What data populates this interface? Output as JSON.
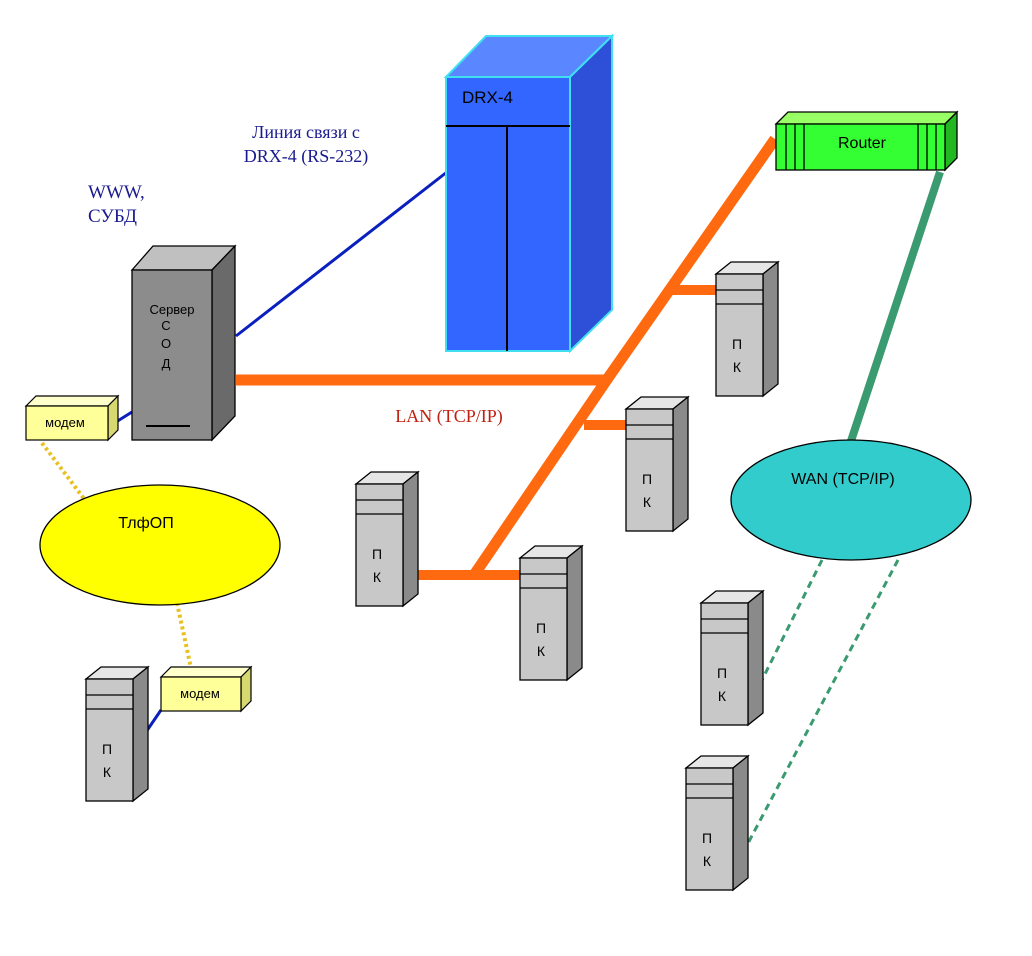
{
  "labels": {
    "www_line1": "WWW,",
    "www_line2": "СУБД",
    "link_line1": "Линия связи с",
    "link_line2": "DRX-4 (RS-232)",
    "lan": "LAN (TCP/IP)",
    "wan": "WAN (TCP/IP)",
    "tlfop": "ТлфОП",
    "router": "Router",
    "drx": "DRX-4",
    "modem": "модем",
    "server_l1": "Сервер",
    "server_l2": "С",
    "server_l3": "О",
    "server_l4": "Д",
    "pc_l1": "П",
    "pc_l2": "К"
  },
  "colors": {
    "lan": "#ff6a10",
    "rs232": "#0a1fbf",
    "wan_link": "#3a9a70",
    "dial": "#e8c020",
    "drx_front": "#3366ff",
    "drx_side": "#2e50d8",
    "drx_top": "#5a86ff",
    "drx_edge": "#40e0f0",
    "router": "#33ff33",
    "wan_cloud": "#33cccc",
    "tlfop_cloud": "#ffff00",
    "modem": "#ffff99",
    "pc": "#c8c8c8",
    "server": "#8c8c8c",
    "label_blue": "#1a1a90",
    "label_red": "#c02010"
  }
}
